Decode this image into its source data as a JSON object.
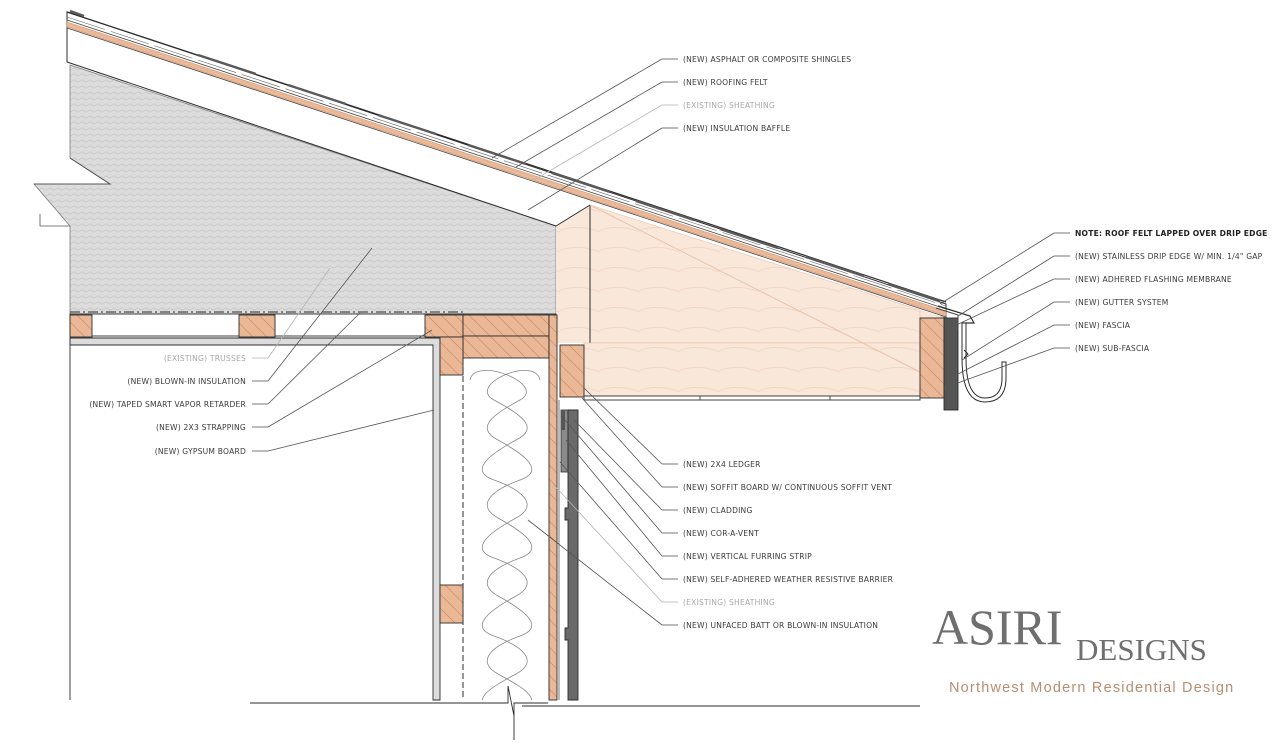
{
  "colors": {
    "lumber": "#ebb897",
    "lumber_light": "#f9e7da",
    "insulation": "#dcdcdc",
    "outline": "#2d2d2d",
    "label_text": "#3a3a3a",
    "existing_text": "#a8a8a8",
    "tagline": "#b98d72",
    "logo": "#6f6f6f"
  },
  "labels": {
    "shingles": "(NEW) ASPHALT OR COMPOSITE SHINGLES",
    "roofing_felt": "(NEW) ROOFING FELT",
    "roof_sheathing": "(EXISTING) SHEATHING",
    "insulation_baffle": "(NEW) INSULATION BAFFLE",
    "note": "NOTE: ROOF FELT LAPPED OVER DRIP EDGE",
    "drip_edge": "(NEW) STAINLESS DRIP EDGE W/ MIN. 1/4\" GAP",
    "flashing_membrane": "(NEW) ADHERED FLASHING MEMBRANE",
    "gutter": "(NEW) GUTTER SYSTEM",
    "fascia": "(NEW) FASCIA",
    "sub_fascia": "(NEW) SUB-FASCIA",
    "trusses": "(EXISTING) TRUSSES",
    "blown_in": "(NEW) BLOWN-IN INSULATION",
    "vapor_retarder": "(NEW) TAPED SMART VAPOR RETARDER",
    "strapping": "(NEW) 2X3 STRAPPING",
    "gypsum": "(NEW) GYPSUM BOARD",
    "ledger": "(NEW) 2X4 LEDGER",
    "soffit": "(NEW) SOFFIT BOARD W/ CONTINUOUS SOFFIT VENT",
    "cladding": "(NEW) CLADDING",
    "cor_a_vent": "(NEW) COR-A-VENT",
    "furring": "(NEW) VERTICAL FURRING STRIP",
    "wrb": "(NEW) SELF-ADHERED WEATHER RESISTIVE BARRIER",
    "wall_sheathing": "(EXISTING) SHEATHING",
    "batt": "(NEW) UNFACED BATT OR BLOWN-IN INSULATION"
  },
  "logo": {
    "main": "ASIRI",
    "sub": "DESIGNS",
    "tagline": "Northwest Modern Residential Design"
  }
}
